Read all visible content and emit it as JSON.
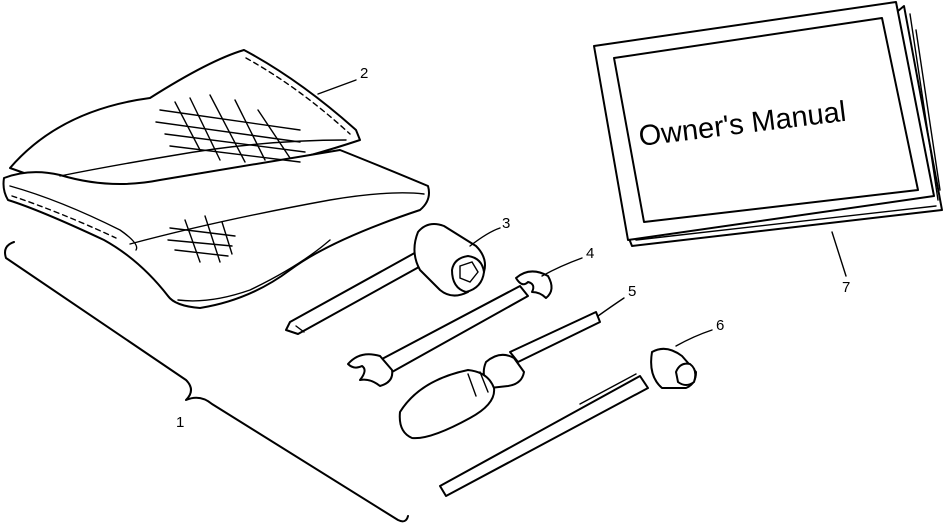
{
  "diagram": {
    "manual_title": "Owner's Manual",
    "callouts": [
      {
        "id": "1",
        "label": "1"
      },
      {
        "id": "2",
        "label": "2"
      },
      {
        "id": "3",
        "label": "3"
      },
      {
        "id": "4",
        "label": "4"
      },
      {
        "id": "5",
        "label": "5"
      },
      {
        "id": "6",
        "label": "6"
      },
      {
        "id": "7",
        "label": "7"
      }
    ],
    "ink_color": "#000000",
    "background_color": "#ffffff"
  }
}
